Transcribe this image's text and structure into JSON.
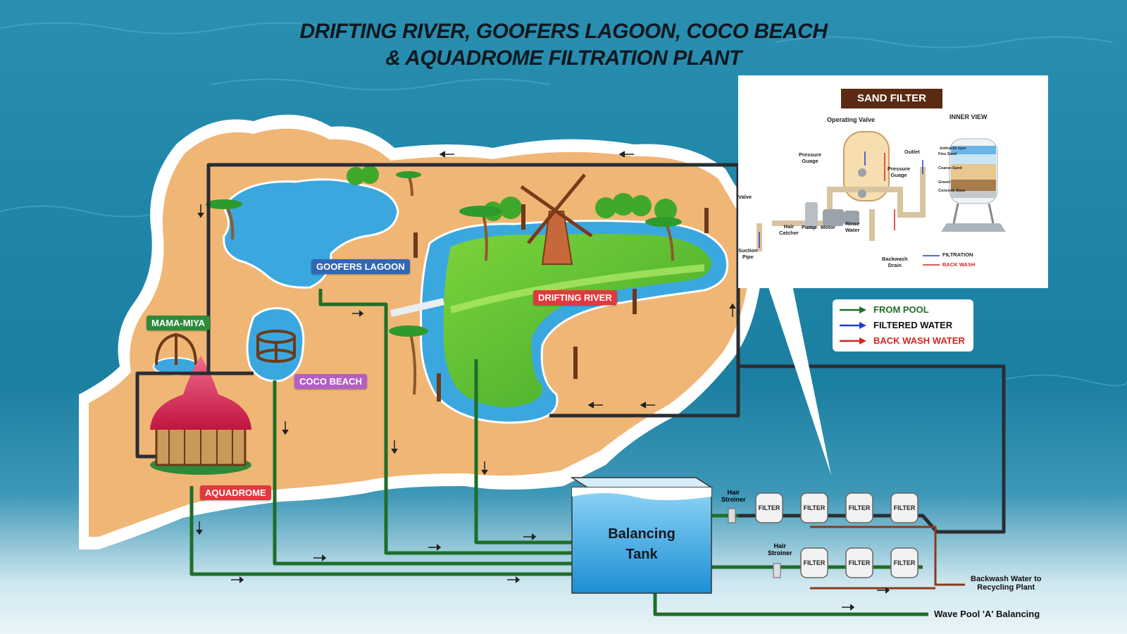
{
  "title": {
    "line1": "DRIFTING RIVER, GOOFERS LAGOON, COCO BEACH",
    "line2": "& AQUADROME FILTRATION PLANT"
  },
  "labels": {
    "goofers_lagoon": "GOOFERS LAGOON",
    "drifting_river": "DRIFTING RIVER",
    "mama_miya": "MAMA-MIYA",
    "coco_beach": "COCO BEACH",
    "aquadrome": "AQUADROME"
  },
  "colors": {
    "goofers_lagoon": "#3367b3",
    "drifting_river": "#e0393e",
    "mama_miya": "#2f8a3a",
    "coco_beach": "#b35fc4",
    "aquadrome": "#e0393e",
    "from_pool": "#1f6e2a",
    "filtered_water": "#1f3fd0",
    "back_wash_water": "#d0261f",
    "sand": "#f0b675",
    "pool_water": "#3aa8df"
  },
  "sand_filter": {
    "title": "SAND FILTER",
    "operating_valve": "Operating Valve",
    "inner_view": "INNER VIEW",
    "pressure_guage_left": "Pressure\nGuage",
    "pressure_guage_right": "Pressure\nGuage",
    "outlet": "Outlet",
    "valve": "Valve",
    "hair_catcher": "Hair\nCatcher",
    "pump": "Pump",
    "motor": "Motor",
    "rinse_water": "Rinse\nWater",
    "suction_pipe": "Suction\nPipe",
    "backwash_drain": "Backwash\nDrain",
    "anthracite_layer": "Anthracite layer",
    "fine_sand": "Fine Sand",
    "coarse_sand": "Coarse Sand",
    "gravel": "Gravel",
    "concrete_base": "Concrete Base",
    "legend_filtration": "FILTRATION",
    "legend_back_wash": "BACK WASH"
  },
  "legend": {
    "from_pool": "FROM POOL",
    "filtered_water": "FILTERED WATER",
    "back_wash_water": "BACK WASH WATER"
  },
  "plant": {
    "balancing_tank": "Balancing\nTank",
    "hair_strainer_1": "Hair\nStroiner",
    "hair_strainer_2": "Hair\nStroiner",
    "filter_label": "FILTER",
    "backwash_out": "Backwash Water to\nRecycling Plant",
    "wave_pool": "Wave Pool 'A' Balancing"
  }
}
